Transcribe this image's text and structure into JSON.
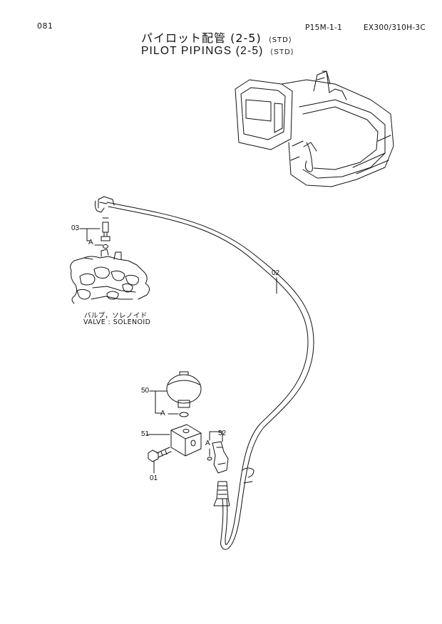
{
  "header": {
    "page_number": "081",
    "ref_code": "P15M-1-1",
    "model_code": "EX300/310H-3C",
    "title_jp": "パイロット配管 (2-5)",
    "title_en": "PILOT PIPINGS (2-5)",
    "std_tag": "⟨STD⟩"
  },
  "captions": {
    "valve_jp": "バルブ，ソレノイド",
    "valve_en": "VALVE : SOLENOID"
  },
  "callouts": {
    "c03": "03",
    "cA1": "A",
    "c02": "02",
    "c50": "50",
    "cA2": "A",
    "c51": "51",
    "c52": "52",
    "cA3": "A",
    "c01": "01"
  }
}
